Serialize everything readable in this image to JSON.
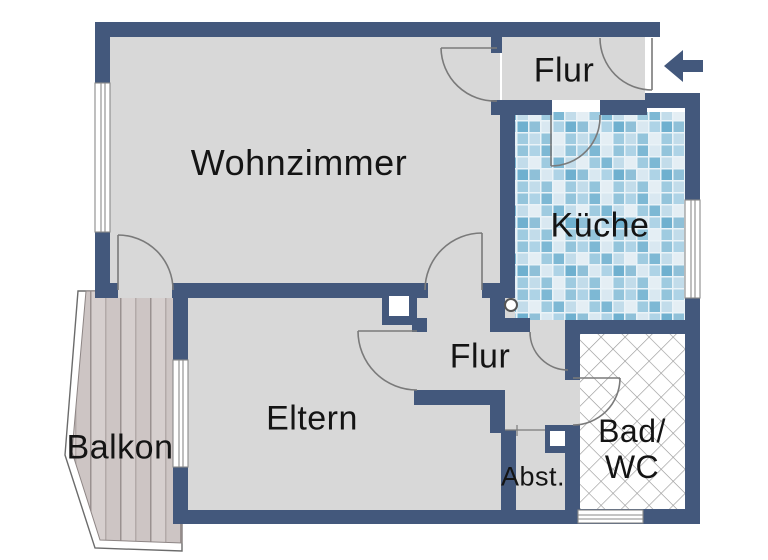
{
  "title": "Apartment floor plan",
  "rooms": {
    "wohnzimmer": {
      "label": "Wohnzimmer"
    },
    "flur_entry": {
      "label": "Flur"
    },
    "kueche": {
      "label": "Küche"
    },
    "flur_inner": {
      "label": "Flur"
    },
    "eltern": {
      "label": "Eltern"
    },
    "balkon": {
      "label": "Balkon"
    },
    "abstellraum": {
      "label": "Abst."
    },
    "bad_wc": {
      "line1": "Bad/",
      "line2": "WC"
    }
  },
  "symbols": {
    "entrance_arrow": "arrow pointing left into entry hallway",
    "door_pivot_circle": "round pivot marker at kitchen wall end"
  },
  "colors": {
    "wall": "#43587c",
    "floor": "#d8d8d8",
    "background": "#ffffff",
    "text": "#141414",
    "balcony_wood": "#d6cfce",
    "balcony_wood_line": "#9a9190",
    "kitchen_tile": "#7db8d4",
    "lattice": "#9a9a9a",
    "door_arc": "#7a7a7a",
    "window_frame": "#8a8a8a"
  }
}
